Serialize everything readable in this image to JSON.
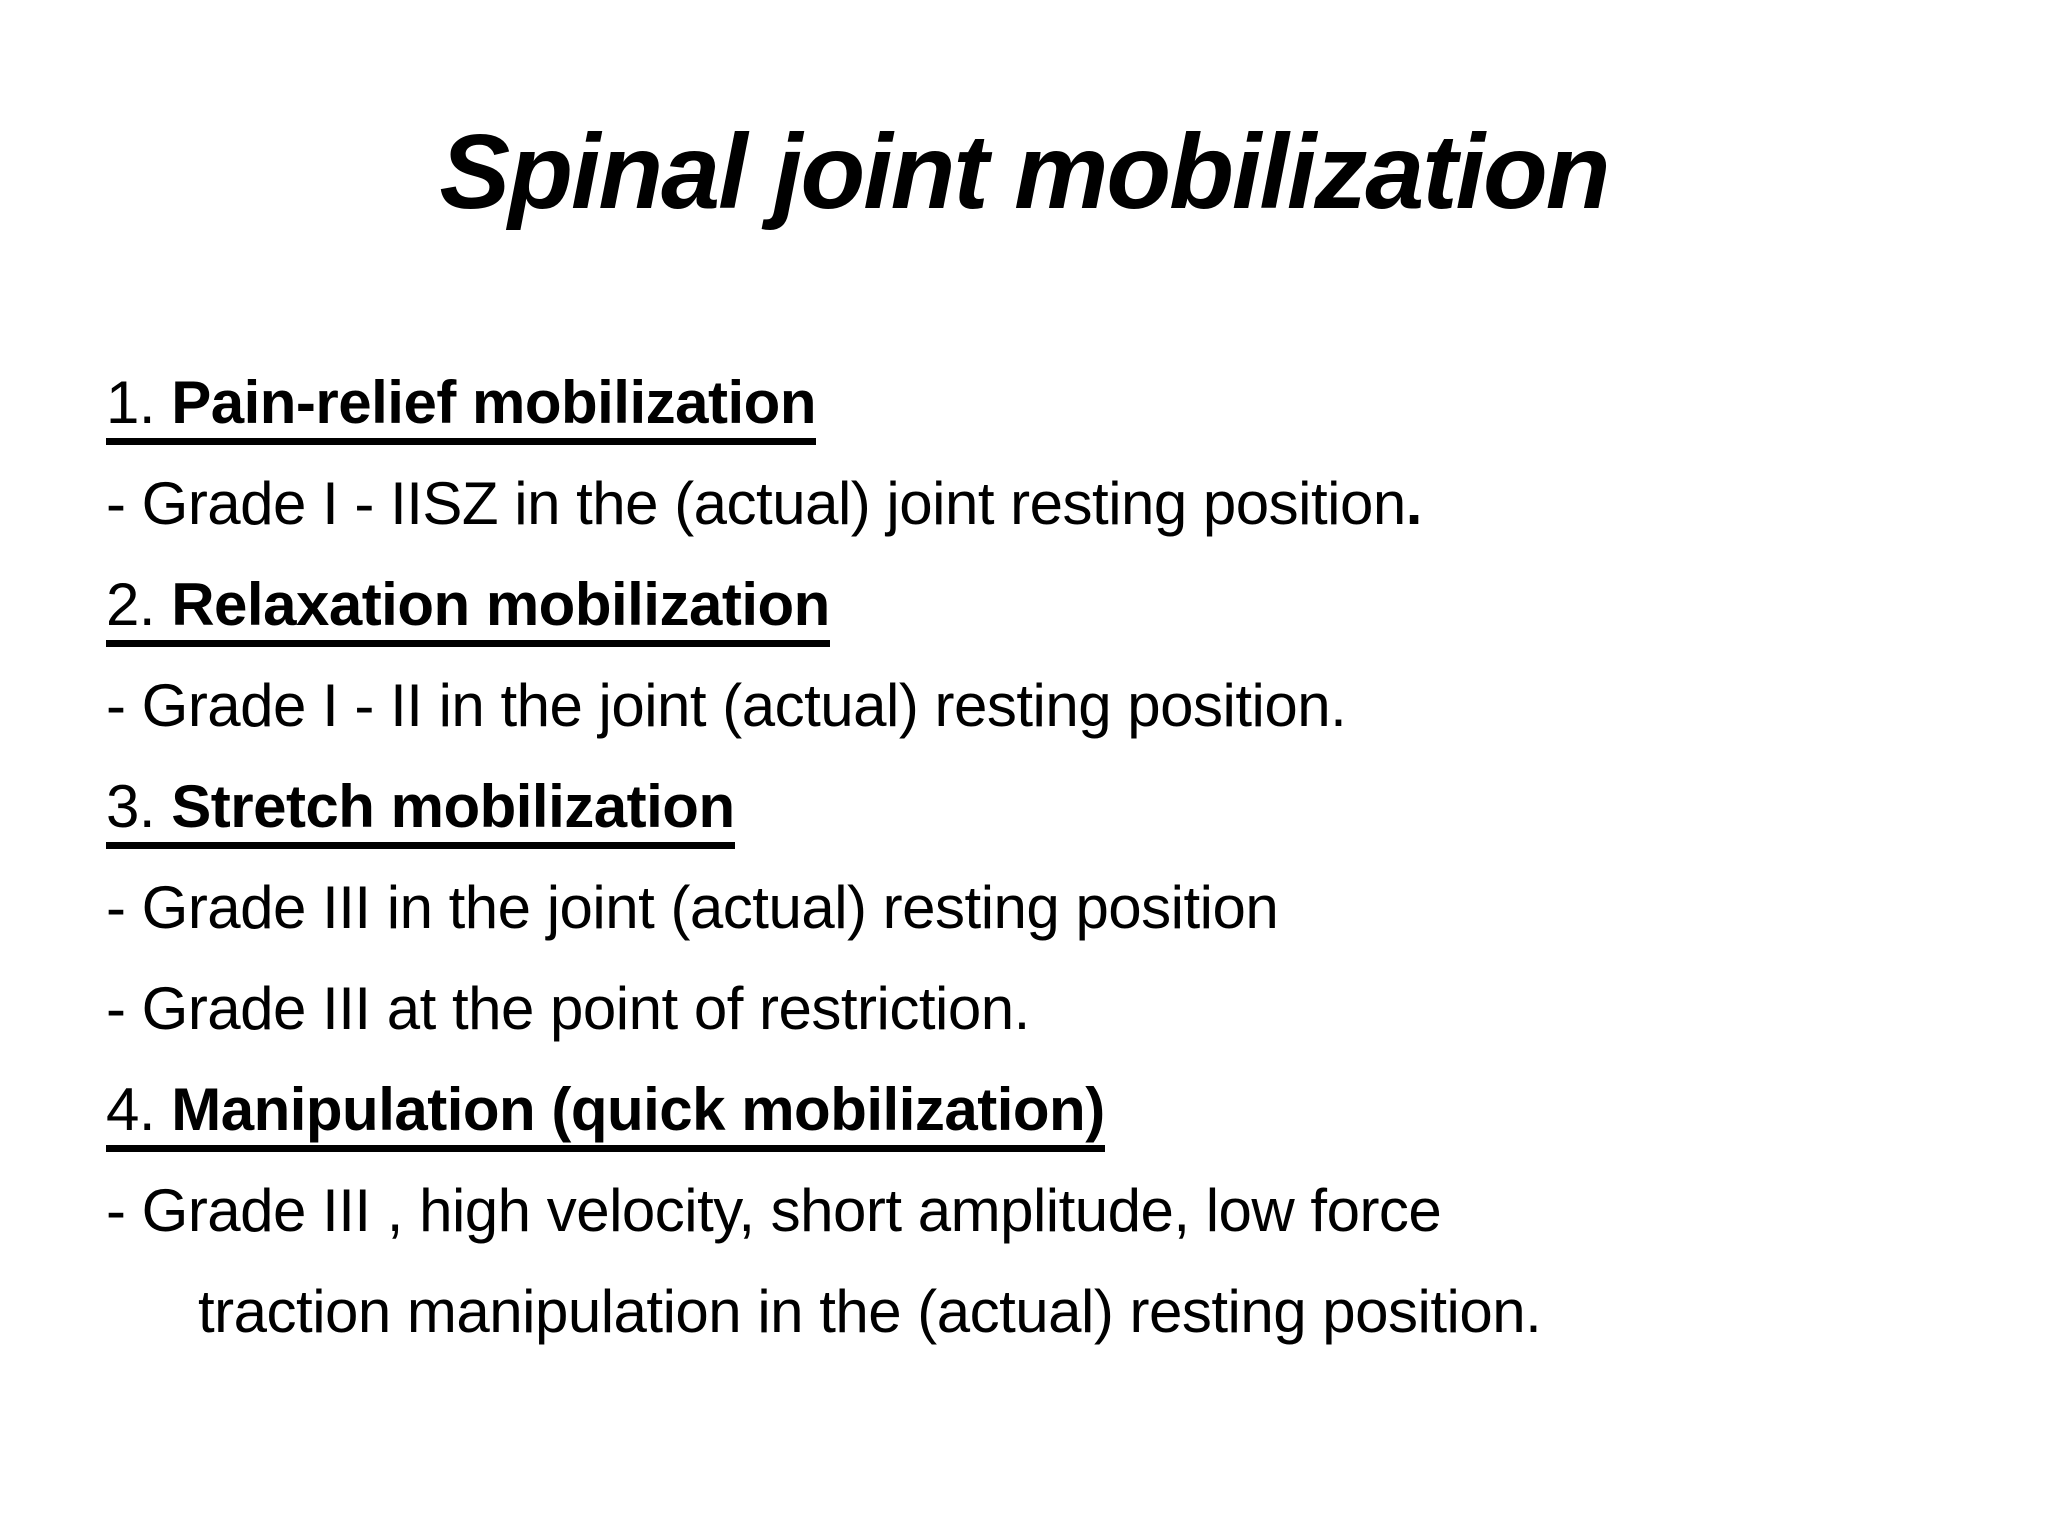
{
  "slide": {
    "title": "Spinal joint mobilization",
    "colors": {
      "background": "#ffffff",
      "text": "#000000"
    },
    "items": [
      {
        "type": "heading",
        "number": "1.",
        "label": "Pain-relief mobilization"
      },
      {
        "type": "body",
        "text": "- Grade I - IISZ in the (actual) joint resting position",
        "suffix_bold": "."
      },
      {
        "type": "heading",
        "number": "2.",
        "label": "Relaxation mobilization"
      },
      {
        "type": "body",
        "text": "- Grade I - II in the joint (actual) resting position."
      },
      {
        "type": "heading",
        "number": "3.",
        "label": "Stretch mobilization"
      },
      {
        "type": "body",
        "text": "- Grade III in the joint (actual) resting position"
      },
      {
        "type": "body",
        "text": "- Grade III at the point of restriction."
      },
      {
        "type": "heading",
        "number": "4.",
        "label": "Manipulation (quick mobilization)"
      },
      {
        "type": "body",
        "text": "- Grade III , high velocity, short amplitude, low force"
      },
      {
        "type": "body",
        "text": "traction manipulation in the (actual) resting position.",
        "indent": true
      }
    ]
  }
}
